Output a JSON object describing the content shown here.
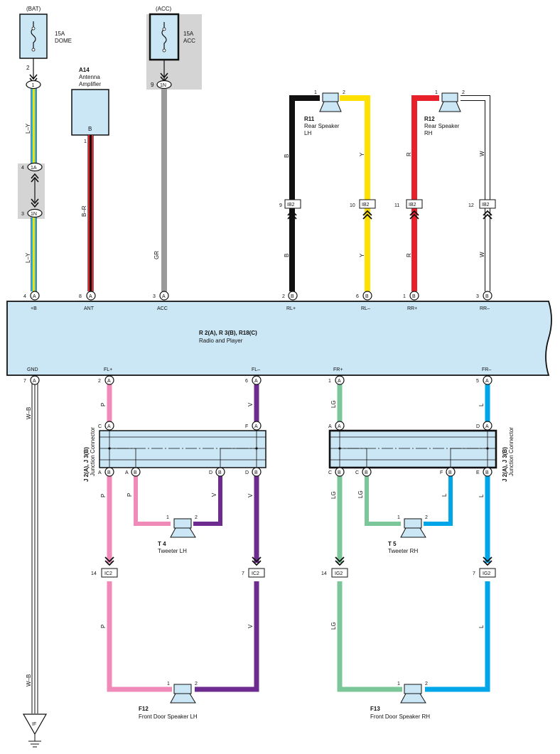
{
  "fuses": [
    {
      "source": "(BAT)",
      "amp": "15A",
      "name": "DOME",
      "pin": "2"
    },
    {
      "source": "(ACC)",
      "amp": "15A",
      "name": "ACC",
      "pin": "9"
    }
  ],
  "junction_blocks": {
    "one_n": "1N",
    "one_a": "1A",
    "one": "1"
  },
  "antenna": {
    "code": "A14",
    "line1": "Antenna",
    "line2": "Amplifier",
    "terminal": "B",
    "pin": "1"
  },
  "radio": {
    "code": "R 2(A), R 3(B), R18(C)",
    "name": "Radio and Player",
    "top_terminals": [
      "+B",
      "ANT",
      "ACC",
      "RL+",
      "RL–",
      "RR+",
      "RR–"
    ],
    "bottom_terminals": [
      "GND",
      "FL+",
      "FL–",
      "FR+",
      "FR–"
    ]
  },
  "rear_speakers": [
    {
      "code": "R11",
      "line1": "Rear Speaker",
      "line2": "LH"
    },
    {
      "code": "R12",
      "line1": "Rear Speaker",
      "line2": "RH"
    }
  ],
  "connectors": {
    "ib2": "IB2",
    "ic2": "IC2",
    "ig2": "IG2"
  },
  "wire_colors": {
    "ly": "L–Y",
    "br": "B–R",
    "gr": "GR",
    "b": "B",
    "y": "Y",
    "r": "R",
    "w": "W",
    "wb": "W–B",
    "p": "P",
    "v": "V",
    "lg": "LG",
    "l": "L"
  },
  "junction_connectors": {
    "label": "J 2(A), J 3(B)",
    "name": "Junction Connector"
  },
  "tweeters": [
    {
      "code": "T 4",
      "name": "Tweeter LH"
    },
    {
      "code": "T 5",
      "name": "Tweeter RH"
    }
  ],
  "door_speakers": [
    {
      "code": "F12",
      "name": "Front Door Speaker LH"
    },
    {
      "code": "F13",
      "name": "Front Door Speaker RH"
    }
  ],
  "ground": {
    "label": "IF"
  },
  "colors": {
    "box_fill": "#cbe6f5",
    "gray_block": "#d4d4d4",
    "ly_blue": "#25b6e6",
    "ly_yellow": "#f5de00",
    "gray_wire": "#9a9a9a",
    "red": "#e8202a",
    "black": "#111111",
    "yellow": "#ffe000",
    "pink": "#f08ab8",
    "violet": "#6e2b8f",
    "light_green": "#7cc79a",
    "blue": "#00a6e8"
  }
}
